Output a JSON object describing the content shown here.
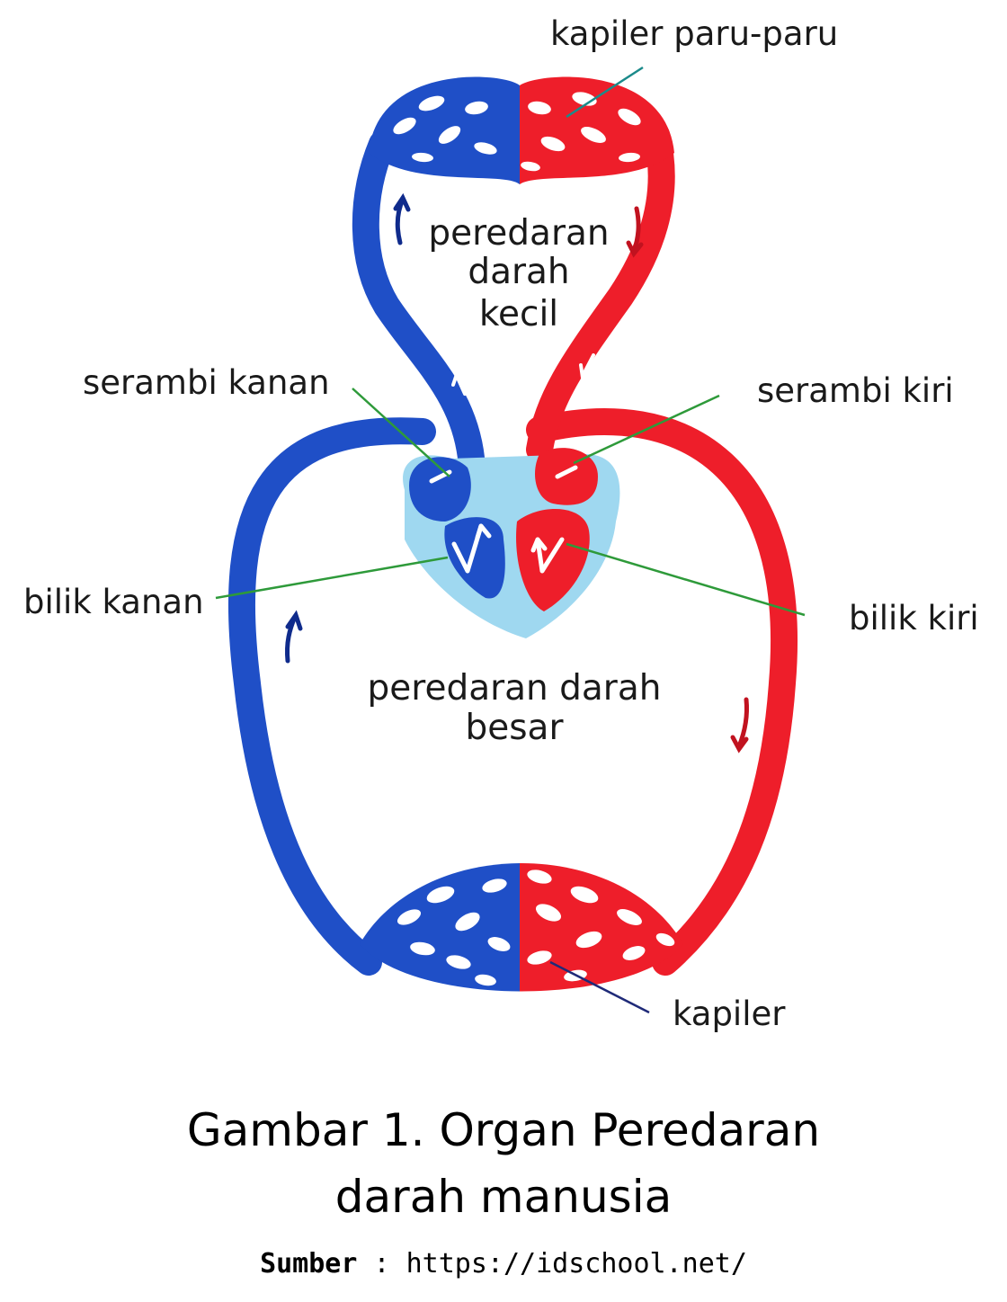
{
  "labels": {
    "kapiler_paru": "kapiler paru-paru",
    "serambi_kanan": "serambi kanan",
    "serambi_kiri": "serambi kiri",
    "bilik_kanan": "bilik kanan",
    "bilik_kiri": "bilik kiri",
    "kapiler": "kapiler"
  },
  "center_small": [
    "peredaran",
    "darah",
    "kecil"
  ],
  "center_big": [
    "peredaran darah",
    "besar"
  ],
  "caption": {
    "line1": "Gambar 1. Organ Peredaran",
    "line2": "darah manusia"
  },
  "source": {
    "label": "Sumber",
    "separator": " : ",
    "url": "https://idschool.net/"
  },
  "colors": {
    "deoxygenated": "#1f4fc7",
    "oxygenated": "#ee1e2a",
    "heart_wall": "#9fd8f0",
    "pointer_green": "#2e9a3a",
    "pointer_teal": "#1b8a8a",
    "pointer_navy": "#1f2a78",
    "arrow_blue": "#0f2b8c",
    "arrow_red": "#c1121f"
  }
}
